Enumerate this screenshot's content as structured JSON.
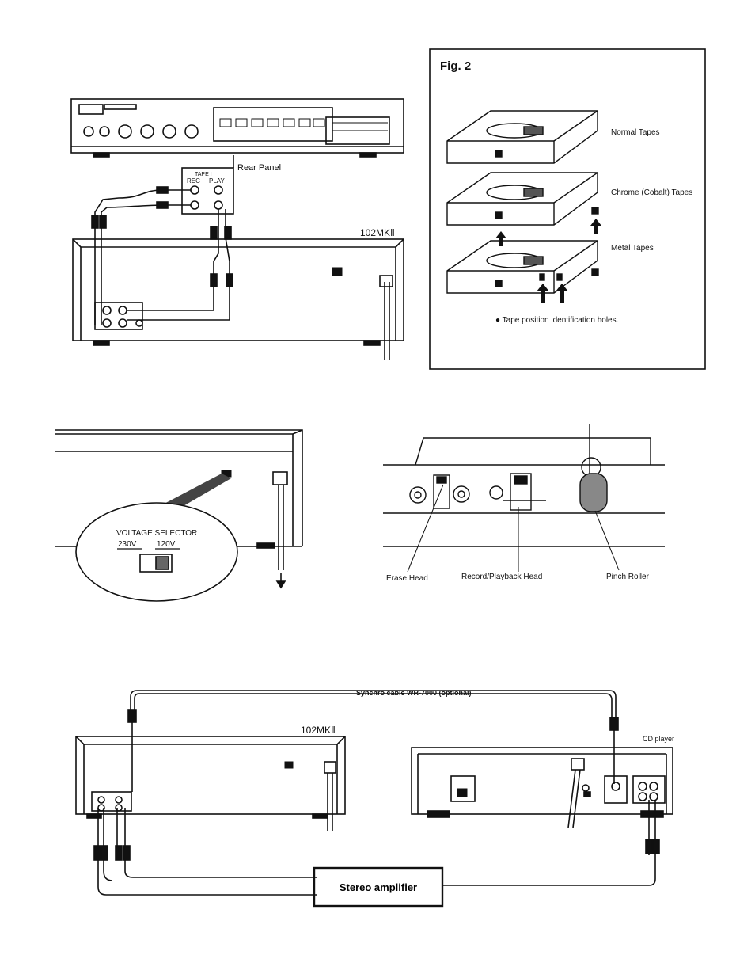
{
  "fig1": {
    "rear_panel": "Rear Panel",
    "tape_label": "TAPE I",
    "rec": "REC",
    "play": "PLAY",
    "model": "102MKⅡ"
  },
  "fig2": {
    "title": "Fig. 2",
    "normal": "Normal Tapes",
    "chrome": "Chrome (Cobalt) Tapes",
    "metal": "Metal Tapes",
    "note": "● Tape position identification holes."
  },
  "voltage": {
    "title": "VOLTAGE SELECTOR",
    "v230": "230V",
    "v120": "120V"
  },
  "heads": {
    "erase": "Erase Head",
    "record": "Record/Playback Head",
    "pinch": "Pinch Roller"
  },
  "synchro": {
    "cable": "Synchro cable WR-7000 (optional)",
    "model": "102MKⅡ",
    "cd": "CD player",
    "amp": "Stereo amplifier"
  }
}
